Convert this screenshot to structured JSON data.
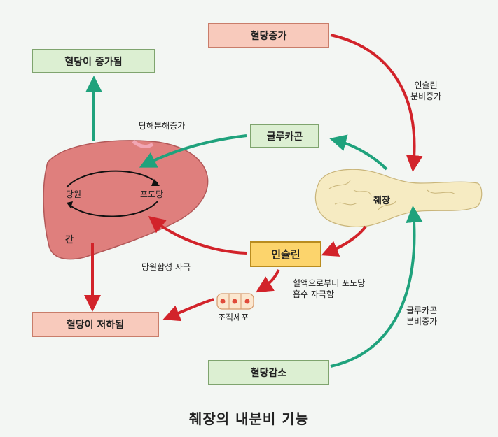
{
  "boxes": {
    "blood_sugar_up": "혈당증가",
    "blood_sugar_raised": "혈당이 증가됨",
    "glucagon": "글루카곤",
    "insulin": "인슐린",
    "blood_sugar_lowered": "혈당이 저하됨",
    "blood_sugar_down": "혈당감소"
  },
  "organs": {
    "liver": "간",
    "pancreas": "췌장",
    "glycogen": "당원",
    "glucose": "포도당",
    "tissue_cells": "조직세포"
  },
  "labels": {
    "insulin_secretion_1": "인슐린",
    "insulin_secretion_2": "분비증가",
    "glycolysis_up": "당해분해증가",
    "glycogen_synthesis": "당원합성 자극",
    "glucose_uptake_1": "혈액으로부터 포도당",
    "glucose_uptake_2": "흡수 자극함",
    "glucagon_secretion_1": "글루카곤",
    "glucagon_secretion_2": "분비증가"
  },
  "caption": "췌장의 내분비 기능",
  "colors": {
    "red_arrow": "#d2232a",
    "green_arrow": "#1fa27c",
    "liver": "#df7f7d",
    "pancreas": "#f6ebc2"
  }
}
